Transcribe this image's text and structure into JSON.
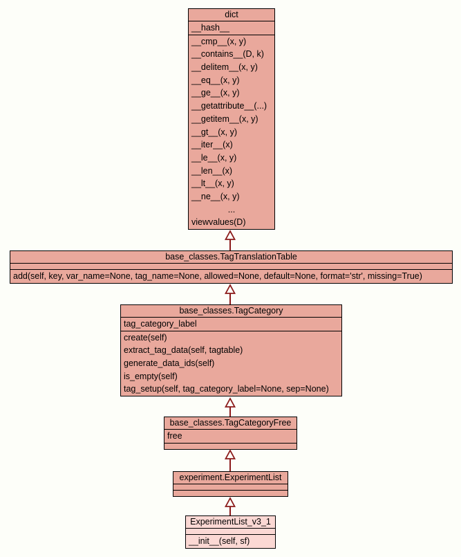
{
  "diagram": {
    "type": "uml-class-inheritance-diagram",
    "colors": {
      "background": "#fdfef9",
      "class_fill": "#e9a89c",
      "highlight_fill": "#fbd8d4",
      "border": "#000000",
      "arrow": "#8b1a1a"
    },
    "classes": [
      {
        "name": "dict",
        "attributes": [
          "__hash__"
        ],
        "methods": [
          "__cmp__(x, y)",
          "__contains__(D, k)",
          "__delitem__(x, y)",
          "__eq__(x, y)",
          "__ge__(x, y)",
          "__getattribute__(...)",
          "__getitem__(x, y)",
          "__gt__(x, y)",
          "__iter__(x)",
          "__le__(x, y)",
          "__len__(x)",
          "__lt__(x, y)",
          "__ne__(x, y)",
          "...",
          "viewvalues(D)"
        ]
      },
      {
        "name": "base_classes.TagTranslationTable",
        "attributes": [],
        "methods": [
          "add(self, key, var_name=None, tag_name=None, allowed=None, default=None, format='str', missing=True)"
        ]
      },
      {
        "name": "base_classes.TagCategory",
        "attributes": [
          "tag_category_label"
        ],
        "methods": [
          "create(self)",
          "extract_tag_data(self, tagtable)",
          "generate_data_ids(self)",
          "is_empty(self)",
          "tag_setup(self, tag_category_label=None, sep=None)"
        ]
      },
      {
        "name": "base_classes.TagCategoryFree",
        "attributes": [
          "free"
        ],
        "methods": []
      },
      {
        "name": "experiment.ExperimentList",
        "attributes": [],
        "methods": []
      },
      {
        "name": "ExperimentList_v3_1",
        "attributes": [],
        "methods": [
          "__init__(self, sf)"
        ],
        "highlighted": true
      }
    ],
    "inheritance": [
      {
        "from": "base_classes.TagTranslationTable",
        "to": "dict"
      },
      {
        "from": "base_classes.TagCategory",
        "to": "base_classes.TagTranslationTable"
      },
      {
        "from": "base_classes.TagCategoryFree",
        "to": "base_classes.TagCategory"
      },
      {
        "from": "experiment.ExperimentList",
        "to": "base_classes.TagCategoryFree"
      },
      {
        "from": "ExperimentList_v3_1",
        "to": "experiment.ExperimentList"
      }
    ]
  }
}
